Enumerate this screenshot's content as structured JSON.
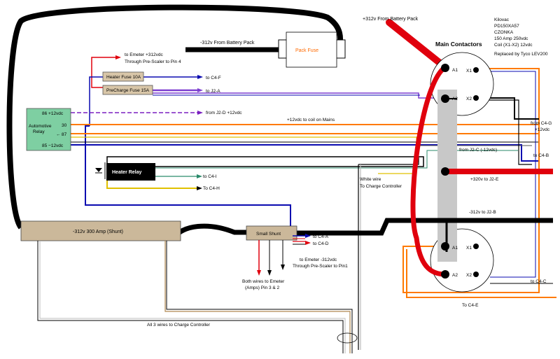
{
  "battery_top": "+312v From Battery Pack",
  "battery_left": "-312v From Battery Pack",
  "pack_fuse": "Pack Fuse",
  "emeter_top": "to Emeter +312vdc",
  "emeter_top2": "Through Pre-Scaler to Pin 4",
  "heater_fuse": "Heater Fuse 10A",
  "precharge_fuse": "PreCharge Fuse 15A",
  "to_c4f": "to C4-F",
  "to_j2a": "to J2-A",
  "relay": {
    "title1": "Automotive",
    "title2": "Relay",
    "p86": "86  +12vdc",
    "p30": "30",
    "p87": "87",
    "p85": "85  −12vdc"
  },
  "from_j2d": "from J2-D  +12vdc",
  "coil_mains": "+12vdc  to coil on Mains",
  "from_c4g": "from C4-G",
  "plus12": "+12vdc",
  "from_j2c": "from J2-C (-12vdc)",
  "to_c4b": "to C4-B",
  "heater_relay": "Heater Relay",
  "to_c4i": "to C4-I",
  "to_c4h": "To C4-H",
  "white_wire1": "White wire",
  "white_wire2": "To Charge Controller",
  "plus320": "+320v to J2-E",
  "minus312_j2b": "-312v to J2-B",
  "shunt_big": "-312v  300 Amp (Shunt)",
  "small_shunt": "Small Shunt",
  "to_c4a": "to C4-A",
  "to_c4d": "to C4-D",
  "emeter_bottom1": "to Emeter  -312vdc",
  "emeter_bottom2": "Through Pre-Scaler to Pin1",
  "both_wires1": "Both wires to Emeter",
  "both_wires2": "(Amps)  Pin 3  & 2",
  "all3": "All 3 wires to Charge Controller",
  "main_contactors": "Main Contactors",
  "a1": "A1",
  "a2": "A2",
  "x1": "X1",
  "x2": "X2",
  "to_c4c": "to C4-C",
  "to_c4e": "To C4-E",
  "spec": [
    "Kilovac",
    "PD150XA57",
    "CZONKA",
    "150 Amp  250vdc",
    "Coil (X1-X2) 12vdc"
  ],
  "replaced": "Replaced by Tyco LEV200"
}
